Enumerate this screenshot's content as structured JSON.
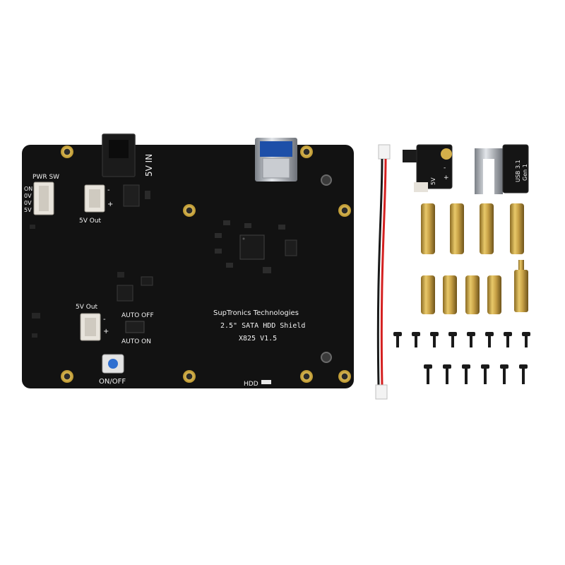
{
  "board": {
    "brand": "SupTronics Technologies",
    "product": "2.5\" SATA HDD Shield",
    "model": "X825 V1.5",
    "pwr_sw": "PWR SW",
    "pwr_on": "ON",
    "pwr_0v_1": "0V",
    "pwr_0v_2": "0V",
    "pwr_5v": "5V",
    "out_label_1": "5V Out",
    "out_label_2": "5V Out",
    "power_in": "5V IN",
    "auto_off": "AUTO OFF",
    "auto_on": "AUTO ON",
    "on_off": "ON/OFF",
    "hdd": "HDD",
    "minus": "-",
    "plus": "+"
  },
  "accessories": {
    "usb_bridge_label_1": "USB 3.1",
    "usb_bridge_label_2": "Gen 1",
    "switch_label": "5V",
    "switch_minus": "-",
    "switch_plus": "+"
  },
  "colors": {
    "pcb": "#111111",
    "pad_gold": "#d4b04a",
    "standoff_brass": "#c9a247",
    "button_blue": "#2f6fd0"
  }
}
